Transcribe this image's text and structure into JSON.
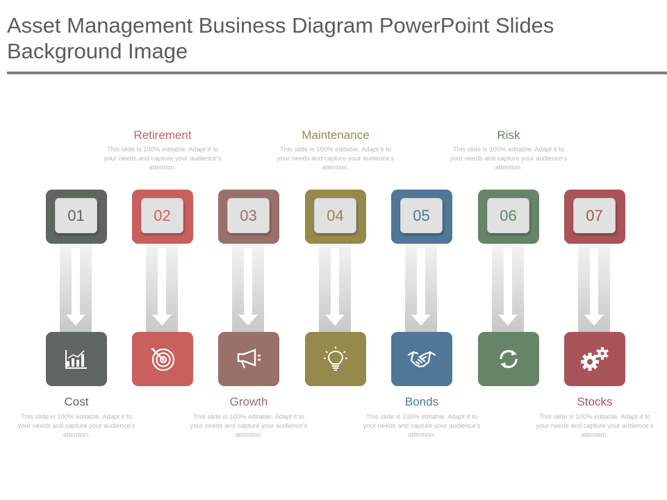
{
  "slide": {
    "title_line1": "Asset Management Business Diagram PowerPoint Slides",
    "title_line2": "Background Image"
  },
  "description_text": "This slide is 100% editable. Adapt it to your needs and capture your audience's attention.",
  "steps": [
    {
      "number": "01",
      "label": "Cost",
      "label_position": "bottom",
      "icon": "bar-chart-icon",
      "color": "#5f6660",
      "label_color": "#5f6660"
    },
    {
      "number": "02",
      "label": "Retirement",
      "label_position": "top",
      "icon": "target-icon",
      "color": "#c9605d",
      "label_color": "#c9605d"
    },
    {
      "number": "03",
      "label": "Growth",
      "label_position": "bottom",
      "icon": "megaphone-icon",
      "color": "#9a706a",
      "label_color": "#9a706a"
    },
    {
      "number": "04",
      "label": "Maintenance",
      "label_position": "top",
      "icon": "lightbulb-icon",
      "color": "#958a4b",
      "label_color": "#958a4b"
    },
    {
      "number": "05",
      "label": "Bonds",
      "label_position": "bottom",
      "icon": "handshake-icon",
      "color": "#507798",
      "label_color": "#507798"
    },
    {
      "number": "06",
      "label": "Risk",
      "label_position": "top",
      "icon": "refresh-icon",
      "color": "#668467",
      "label_color": "#668467"
    },
    {
      "number": "07",
      "label": "Stocks",
      "label_position": "bottom",
      "icon": "gears-icon",
      "color": "#a85458",
      "label_color": "#a85458"
    }
  ]
}
